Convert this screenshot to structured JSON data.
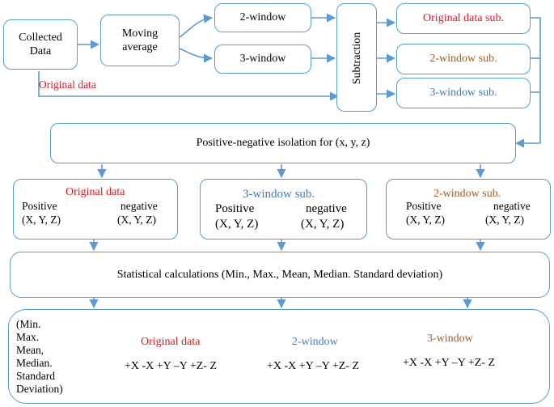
{
  "nodes": {
    "collected": "Collected\nData",
    "moving_avg": "Moving\naverage",
    "win2": "2-window",
    "win3": "3-window",
    "subtraction": "Subtraction",
    "orig_sub": "Original data sub.",
    "win2_sub": "2-window sub.",
    "win3_sub": "3-window sub.",
    "orig_data_edge": "Original data",
    "isolation": "Positive-negative isolation for (x, y, z)",
    "stats": "Statistical calculations (Min., Max., Mean, Median. Standard deviation)"
  },
  "iso_boxes": [
    {
      "title": "Original data",
      "pos": "Positive",
      "neg": "negative",
      "pos_xyz": "(X, Y, Z)",
      "neg_xyz": "(X, Y, Z)"
    },
    {
      "title": "3-window sub.",
      "pos": "Positive",
      "neg": "negative",
      "pos_xyz": "(X, Y, Z)",
      "neg_xyz": "(X, Y, Z)"
    },
    {
      "title": "2-window sub.",
      "pos": "Positive",
      "neg": "negative",
      "pos_xyz": "(X, Y, Z)",
      "neg_xyz": "(X, Y, Z)"
    }
  ],
  "result": {
    "metrics": "(Min.\nMax.\nMean,\nMedian.\nStandard\nDeviation)",
    "columns": [
      {
        "title": "Original data",
        "formula": "+X -X +Y –Y +Z- Z"
      },
      {
        "title": "2-window",
        "formula": "+X -X +Y –Y +Z- Z"
      },
      {
        "title": "3-window",
        "formula": "+X -X +Y –Y +Z- Z"
      }
    ]
  },
  "colors": {
    "border": "#5b9bd5",
    "red": "#e8141e",
    "blue": "#3b7dc4",
    "brown": "#a35a1a",
    "bracket": "#e07a3a"
  }
}
